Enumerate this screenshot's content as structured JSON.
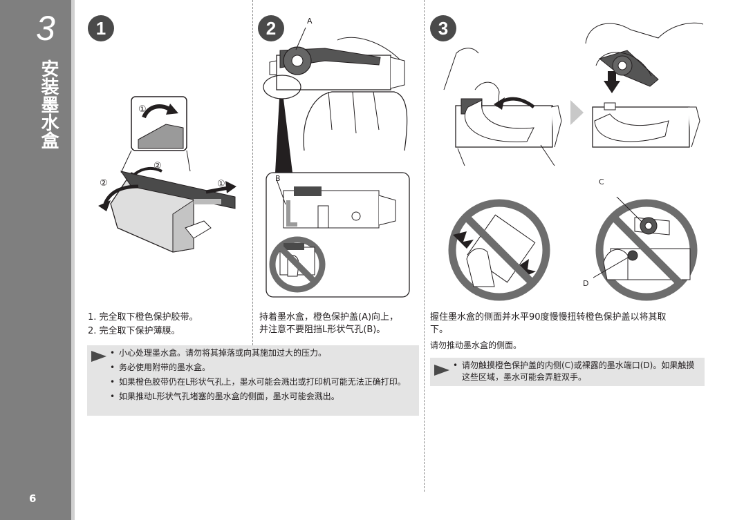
{
  "sidebar": {
    "step_number": "3",
    "title": "安装墨水盒",
    "page_number": "6"
  },
  "steps": [
    {
      "badge": "1",
      "lines": [
        "1. 完全取下橙色保护胶带。",
        "2. 完全取下保护薄膜。"
      ]
    },
    {
      "badge": "2",
      "lines": [
        "持着墨水盒，橙色保护盖(A)向上，",
        "并注意不要阻挡L形状气孔(B)。"
      ]
    },
    {
      "badge": "3",
      "lines": [
        "握住墨水盒的侧面并水平90度慢慢扭转橙色保护盖以将其取",
        "下。"
      ],
      "subnote": "请勿推动墨水盒的侧面。"
    }
  ],
  "callouts": {
    "a": "A",
    "b": "B",
    "c": "C",
    "d": "D",
    "circle_1": "①",
    "circle_2": "②"
  },
  "notes_left": [
    "小心处理墨水盒。请勿将其掉落或向其施加过大的压力。",
    "务必使用附带的墨水盒。",
    "如果橙色胶带仍在L形状气孔上，墨水可能会溅出或打印机可能无法正确打印。",
    "如果推动L形状气孔堵塞的墨水盒的侧面，墨水可能会溅出。"
  ],
  "notes_right": [
    "请勿触摸橙色保护盖的内侧(C)或裸露的墨水端口(D)。如果触摸这些区域，墨水可能会弄脏双手。"
  ],
  "colors": {
    "sidebar": "#7f7f7f",
    "badge": "#4a4a4a",
    "prohibit": "#6d6d6d",
    "note_bg": "#e4e4e4"
  }
}
